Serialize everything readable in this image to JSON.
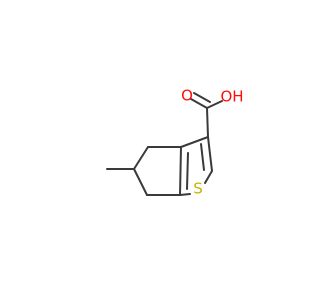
{
  "molecule": {
    "atoms": {
      "oxygen_carbonyl": {
        "symbol": "O",
        "color": "#ff0d0d"
      },
      "oxygen_hydroxyl": {
        "symbol": "OH",
        "color": "#ff0d0d"
      },
      "sulfur": {
        "symbol": "S",
        "color": "#c8b400"
      }
    },
    "bond_color": "#3a3a3a"
  }
}
